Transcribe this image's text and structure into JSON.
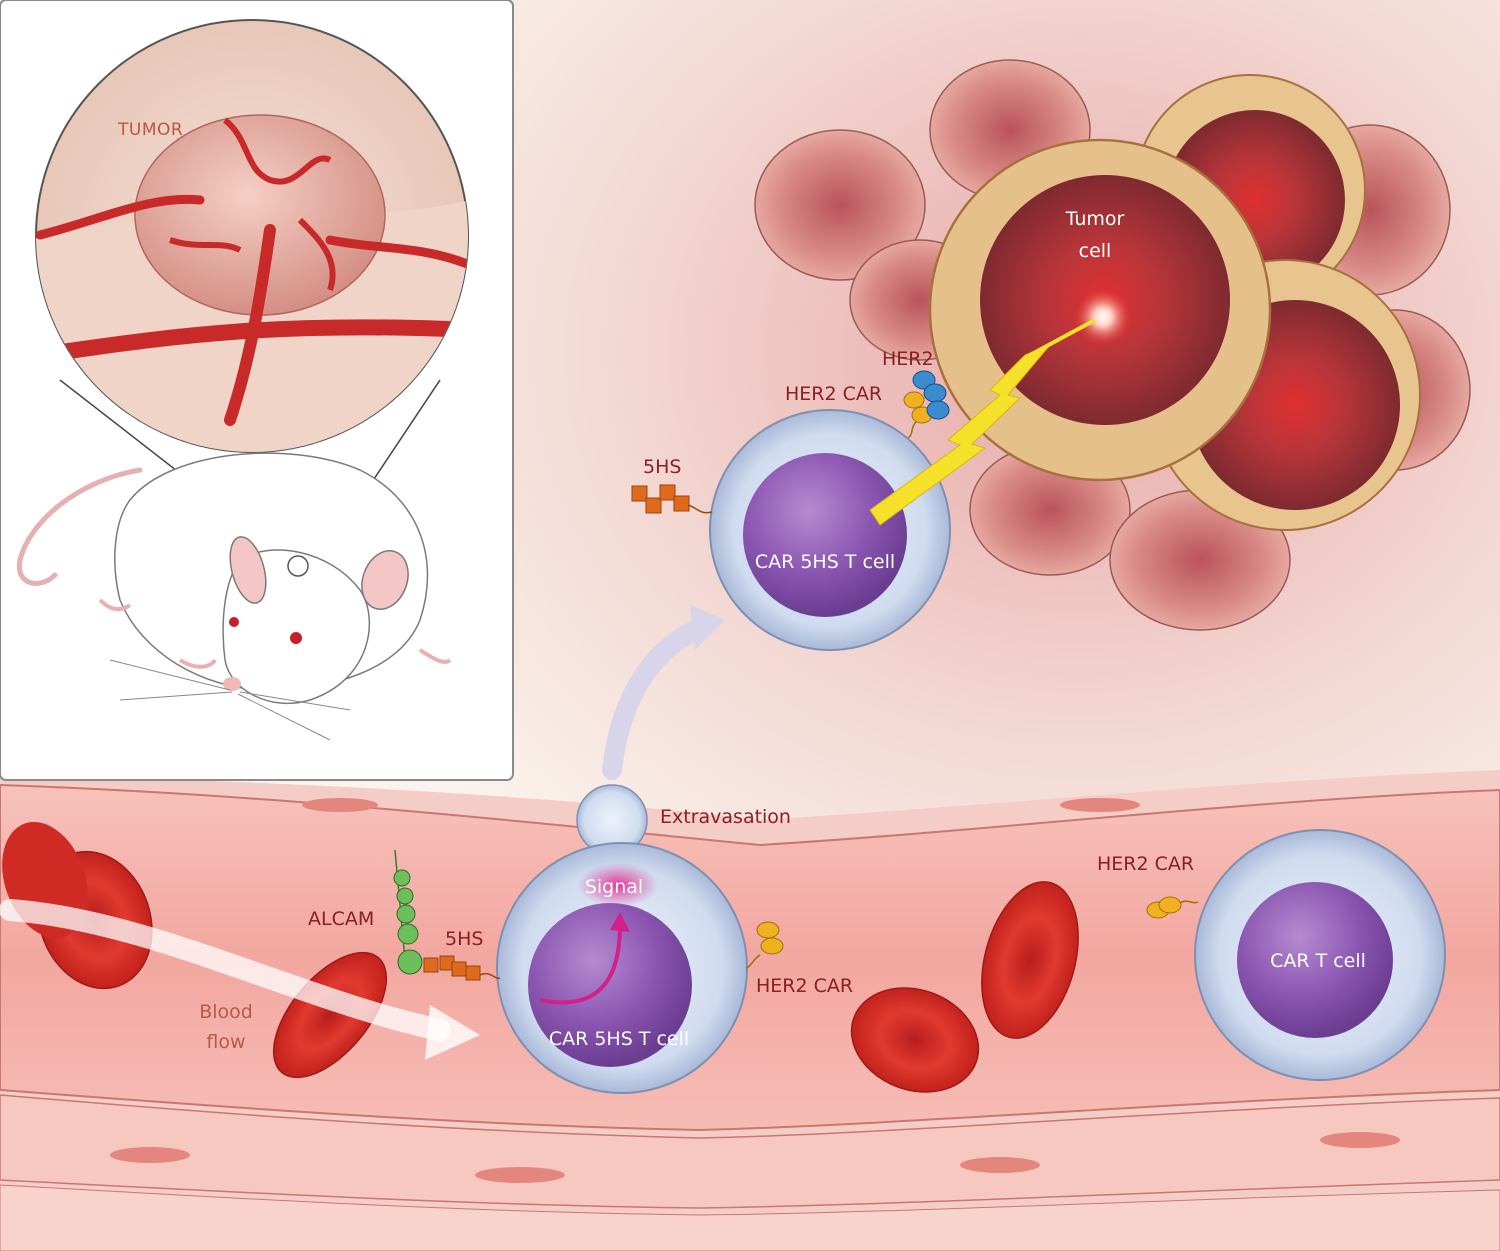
{
  "labels": {
    "tumor_inset": "TUMOR",
    "tumor_cell_line1": "Tumor",
    "tumor_cell_line2": "cell",
    "her2": "HER2",
    "her2_car_top": "HER2 CAR",
    "five_hs_top": "5HS",
    "car_5hs_t_cell_top": "CAR 5HS T cell",
    "extravasation": "Extravasation",
    "signal": "Signal",
    "alcam": "ALCAM",
    "five_hs_bottom": "5HS",
    "her2_car_middle": "HER2 CAR",
    "blood_flow_line1": "Blood",
    "blood_flow_line2": "flow",
    "car_5hs_t_cell_bottom": "CAR 5HS T cell",
    "her2_car_right": "HER2 CAR",
    "car_t_cell": "CAR T cell"
  },
  "colors": {
    "vessel": "#f0a6a0",
    "red_cell": "#d9302a",
    "t_cell_membrane": "#c9d6ee",
    "t_cell_nucleus": "#8a54b0",
    "tumor_cell": "#b83a3c",
    "tumor_membrane": "#e3b98a",
    "label_text": "#8a1f24",
    "five_hs": "#e06a1c",
    "her2": "#3a8bd0",
    "alcam": "#5aa64a",
    "car": "#f0b020",
    "lightning": "#f5e02a"
  }
}
